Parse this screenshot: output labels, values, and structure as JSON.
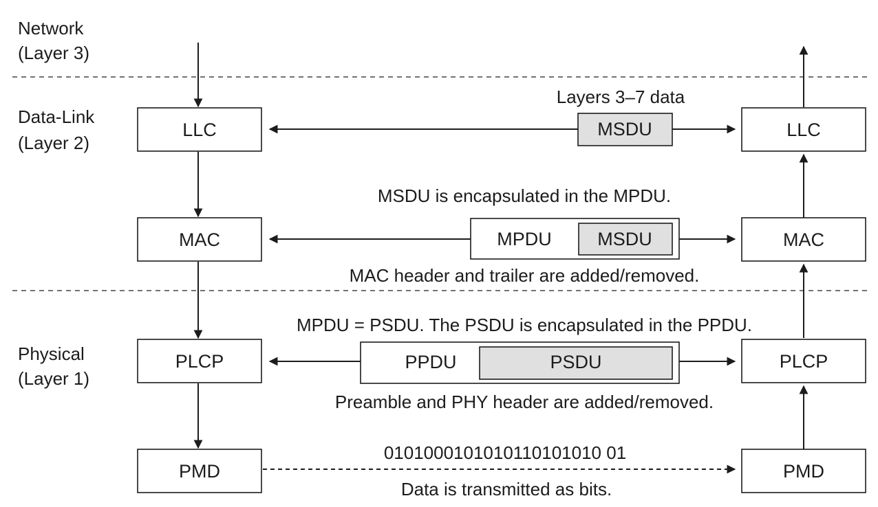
{
  "layers": {
    "network": {
      "name": "Network",
      "level": "(Layer 3)"
    },
    "datalink": {
      "name": "Data-Link",
      "level": "(Layer 2)"
    },
    "physical": {
      "name": "Physical",
      "level": "(Layer 1)"
    }
  },
  "sender": {
    "llc": "LLC",
    "mac": "MAC",
    "plcp": "PLCP",
    "pmd": "PMD"
  },
  "receiver": {
    "llc": "LLC",
    "mac": "MAC",
    "plcp": "PLCP",
    "pmd": "PMD"
  },
  "units": {
    "msdu": "MSDU",
    "mpdu": "MPDU",
    "ppdu": "PPDU",
    "psdu": "PSDU"
  },
  "notes": {
    "layers_data": "Layers 3–7 data",
    "msdu_encapsulated": "MSDU is encapsulated in the MPDU.",
    "mac_header": "MAC header and trailer are added/removed.",
    "mpdu_psdu": "MPDU = PSDU. The PSDU is encapsulated in the PPDU.",
    "preamble": "Preamble and PHY header are added/removed.",
    "bits": "0101000101010110101010 01",
    "bits_caption": "Data is transmitted as bits."
  },
  "colors": {
    "ink": "#1c1c1c",
    "pdu_fill": "#e0e0e0",
    "background": "#ffffff"
  }
}
